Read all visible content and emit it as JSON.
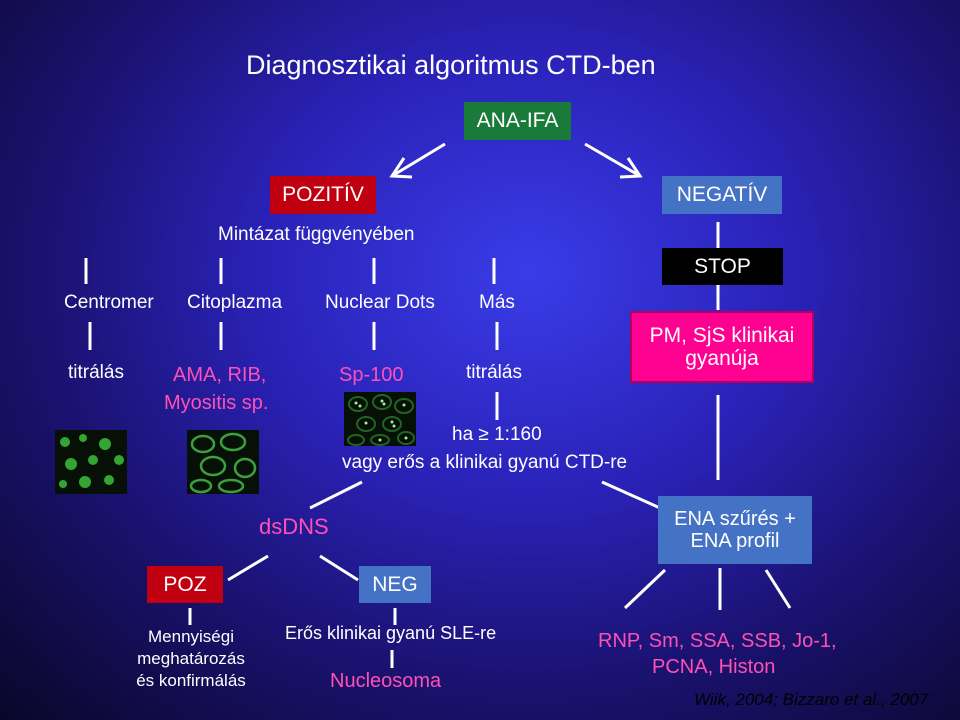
{
  "title": "Diagnosztikai algoritmus CTD-ben",
  "ana_ifa": "ANA-IFA",
  "pozitiv": "POZITÍV",
  "negativ": "NEGATÍV",
  "mintazat": "Mintázat függvényében",
  "stop": "STOP",
  "patterns": [
    "Centromer",
    "Citoplazma",
    "Nuclear Dots",
    "Más"
  ],
  "titralas": "titrálás",
  "ama_rib": "AMA, RIB,",
  "myositis": "Myositis sp.",
  "sp100": "Sp-100",
  "titralas2": "titrálás",
  "pm_sjs": "PM, SjS klinikai",
  "gyanuja": "gyanúja",
  "ha": "ha ≥ 1:160",
  "vagy": "vagy erős a klinikai gyanú CTD-re",
  "dsdns": "dsDNS",
  "ena": "ENA szűrés  +",
  "ena_profil": "ENA profil",
  "poz": "POZ",
  "neg": "NEG",
  "mennyisegi": "Mennyiségi",
  "meghatarozas": "meghatározás",
  "es_konfirmalas": "és konfirmálás",
  "eros": "Erős klinikai gyanú SLE-re",
  "nucleosoma": "Nucleosoma",
  "rnp": "RNP, Sm, SSA, SSB, Jo-1,",
  "pcna": "PCNA, Histon",
  "citation": "Wiik, 2004; Bizzaro et al., 2007",
  "colors": {
    "red": "#c00010",
    "green": "#1a7a3a",
    "blue": "#4472c4",
    "pink": "#ff0090",
    "text_pink": "#ff50b4"
  }
}
